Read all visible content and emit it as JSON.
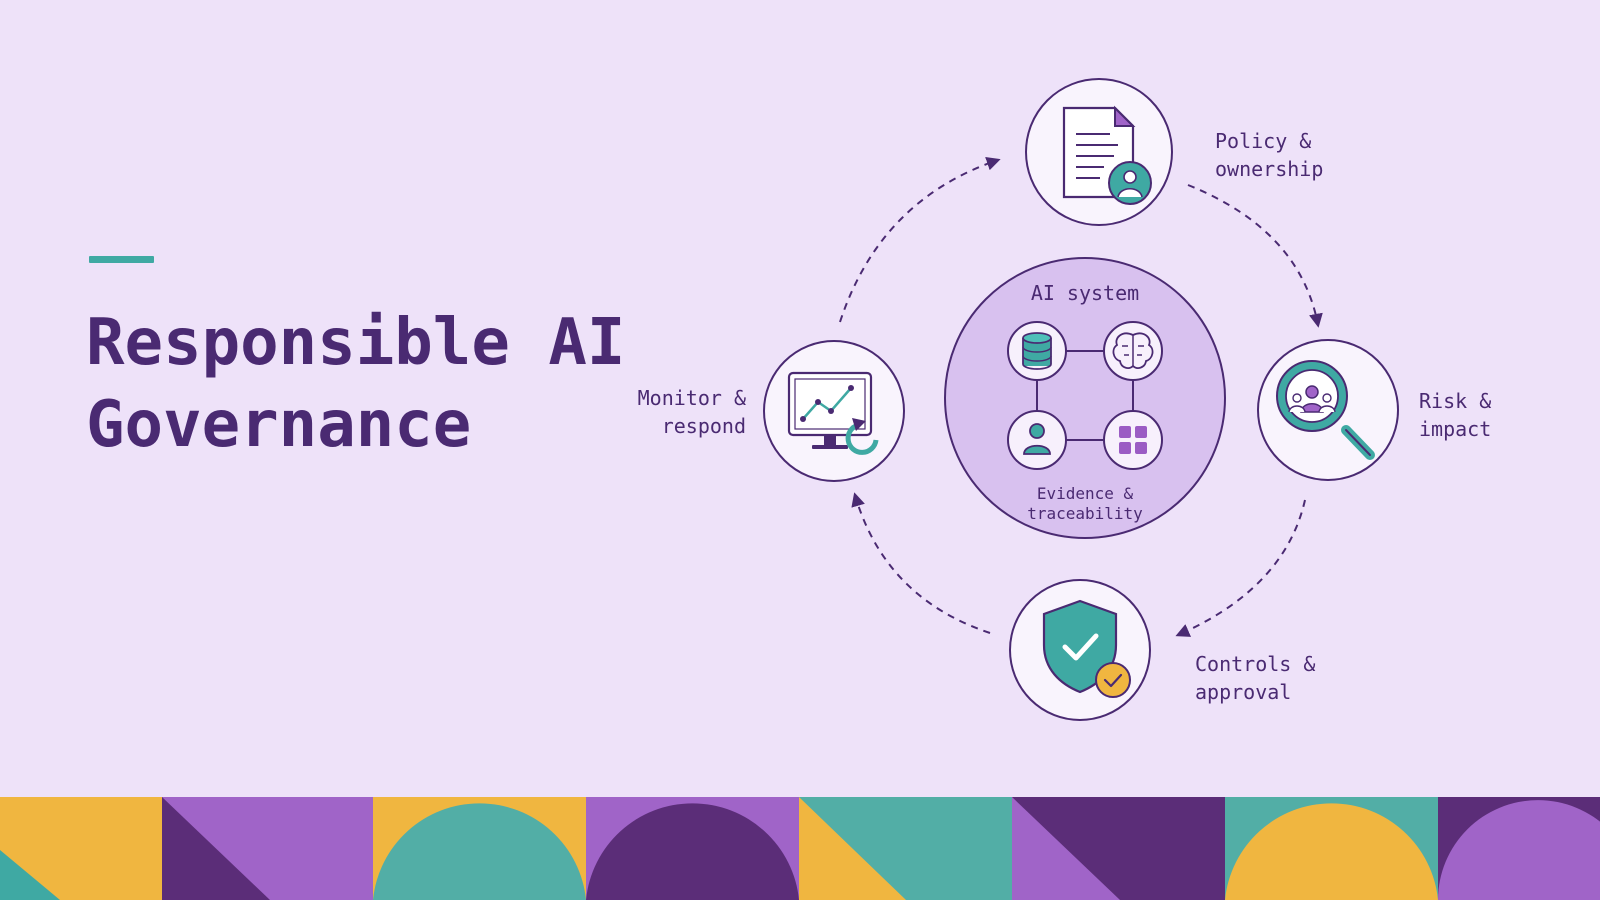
{
  "title": {
    "line1": "Responsible AI",
    "line2": "Governance"
  },
  "center": {
    "title": "AI system",
    "caption_line1": "Evidence &",
    "caption_line2": "traceability",
    "icons": [
      "database-icon",
      "brain-icon",
      "person-icon",
      "grid-icon"
    ]
  },
  "stages": [
    {
      "line1": "Policy &",
      "line2": "ownership",
      "icon": "document-user-icon"
    },
    {
      "line1": "Risk &",
      "line2": "impact",
      "icon": "magnifier-people-icon"
    },
    {
      "line1": "Controls &",
      "line2": "approval",
      "icon": "shield-check-icon"
    },
    {
      "line1": "Monitor &",
      "line2": "respond",
      "icon": "monitor-chart-icon"
    }
  ],
  "colors": {
    "background": "#eee2f9",
    "primary": "#4a2a72",
    "teal": "#3fa9a3",
    "yellow": "#f0b640",
    "purple": "#a064c8",
    "dark_purple": "#5b2d78"
  }
}
